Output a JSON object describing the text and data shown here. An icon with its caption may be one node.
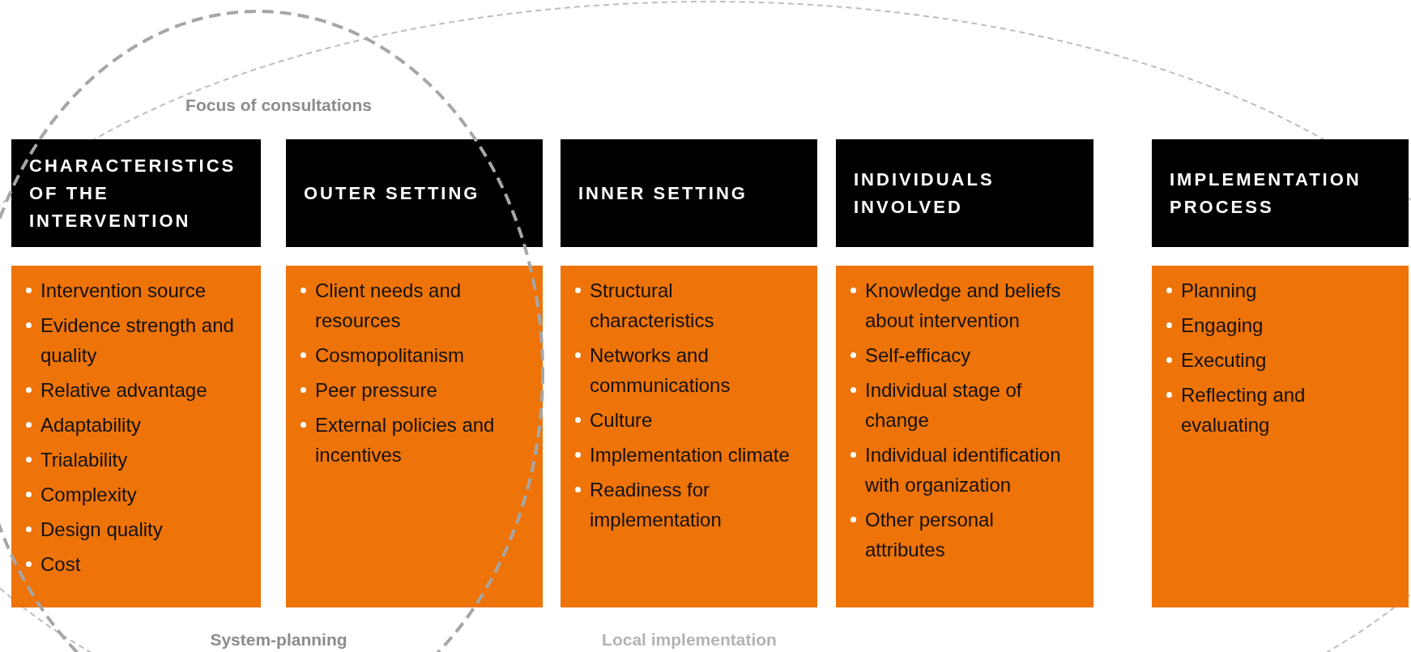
{
  "diagram": {
    "nodes": [
      {
        "text": [
          "CHARACTERISTICS OF THE INTERVENTION"
        ]
      },
      {
        "text": [
          "OUTER SETTING"
        ]
      },
      {
        "text": [
          "INNER SETTING"
        ]
      },
      {
        "text": [
          "INDIVIDUALS INVOLVED"
        ]
      },
      {
        "text": [
          "IMPLEMENTATION PROCESS"
        ]
      },
      {
        "text": [
          "Intervention source",
          "Evidence strength and quality",
          "Relative advantage",
          "Adaptability",
          "Trialability",
          "Complexity",
          "Design quality",
          "Cost"
        ]
      },
      {
        "text": [
          "Client needs and resources",
          "Cosmopolitanism",
          "Peer pressure",
          "External policies and incentives"
        ]
      },
      {
        "text": [
          "Structural characteristics",
          "Networks and communications",
          "Culture",
          "Implementation climate",
          "Readiness for implementation"
        ]
      },
      {
        "text": [
          "Knowledge and beliefs about intervention",
          "Self-efficacy",
          "Individual stage of change",
          "Individual identification with organization",
          "Other personal attributes"
        ]
      },
      {
        "text": [
          "Planning",
          "Engaging",
          "Executing",
          "Reflecting and evaluating"
        ]
      }
    ],
    "labels": [
      "Focus of consultations",
      "System-planning",
      "Local implementation"
    ]
  }
}
